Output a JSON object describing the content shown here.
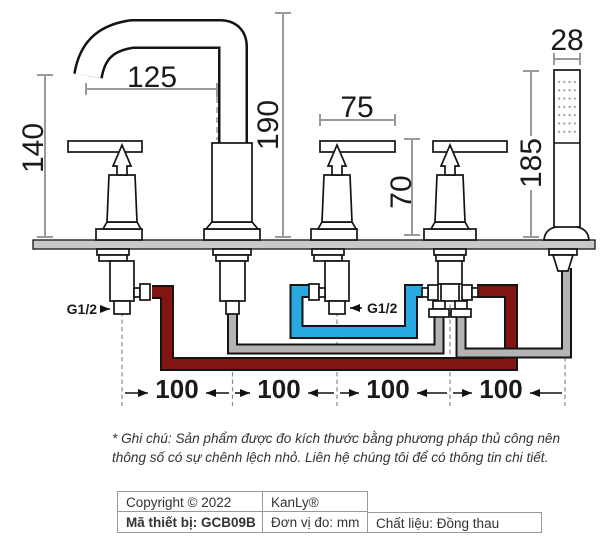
{
  "dims": {
    "handle_total_height": "140",
    "spout_reach": "125",
    "spout_height": "190",
    "handle_width": "75",
    "handle_height": "70",
    "shower_diameter": "28",
    "shower_height": "185"
  },
  "spacings": [
    "100",
    "100",
    "100",
    "100"
  ],
  "threads": {
    "left": "G1/2",
    "middle": "G1/2"
  },
  "note_text": "* Ghi chú: Sản phẩm được đo kích thước bằng phương pháp thủ công nên thông số có sự chênh lệch nhỏ. Liên hệ chúng tôi để có thông tin chi tiết.",
  "info_table": {
    "rows": [
      [
        "Copyright © 2022",
        "KanLy®"
      ],
      [
        "Mã thiết bị: GCB09B",
        "Đơn vị đo: mm",
        "Chất liệu: Đồng thau"
      ]
    ]
  },
  "colors": {
    "hot_pipe": "#821412",
    "cold_pipe": "#29a9e1",
    "neutral_pipe": "#b4b4b4",
    "deck": "#c9c9c9"
  }
}
